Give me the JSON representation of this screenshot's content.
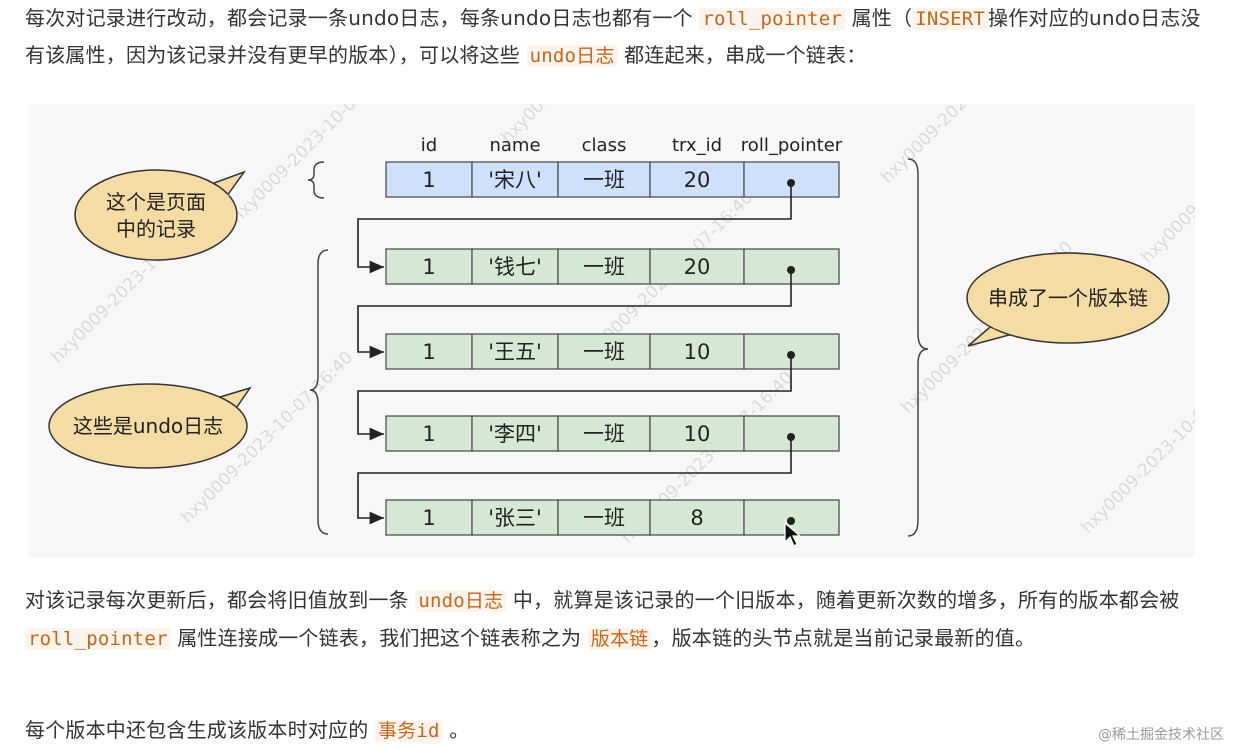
{
  "paragraphs": {
    "p1": {
      "t1": "每次对记录进行改动，都会记录一条undo日志，每条undo日志也都有一个",
      "c1": "roll_pointer",
      "t2": "属性（",
      "c2": "INSERT",
      "t3": "操作对应的undo日志没有该属性，因为该记录并没有更早的版本），可以将这些",
      "c3": "undo日志",
      "t4": "都连起来，串成一个链表："
    },
    "p2": {
      "t1": "对该记录每次更新后，都会将旧值放到一条",
      "c1": "undo日志",
      "t2": "中，就算是该记录的一个旧版本，随着更新次数的增多，所有的版本都会被",
      "c2": "roll_pointer",
      "t3": "属性连接成一个链表，我们把这个链表称之为",
      "c3": "版本链",
      "t4": "，版本链的头节点就是当前记录最新的值。"
    },
    "p3": {
      "t1": "每个版本中还包含生成该版本时对应的",
      "c1": "事务id",
      "t2": "。"
    }
  },
  "diagram": {
    "headers": [
      "id",
      "name",
      "class",
      "trx_id",
      "roll_pointer"
    ],
    "rows": [
      {
        "id": "1",
        "name": "'宋八'",
        "class": "一班",
        "trx_id": "20",
        "kind": "page"
      },
      {
        "id": "1",
        "name": "'钱七'",
        "class": "一班",
        "trx_id": "20",
        "kind": "undo"
      },
      {
        "id": "1",
        "name": "'王五'",
        "class": "一班",
        "trx_id": "10",
        "kind": "undo"
      },
      {
        "id": "1",
        "name": "'李四'",
        "class": "一班",
        "trx_id": "10",
        "kind": "undo"
      },
      {
        "id": "1",
        "name": "'张三'",
        "class": "一班",
        "trx_id": "8",
        "kind": "undo"
      }
    ],
    "callouts": {
      "page": "这个是页面中的记录",
      "page_lines": [
        "这个是页面",
        "中的记录"
      ],
      "undo": "这些是undo日志",
      "chain": "串成了一个版本链"
    },
    "colors": {
      "page_row": "#cfe0fb",
      "undo_row": "#d5e8d4",
      "callout_fill": "#f5dca5",
      "stroke": "#222222"
    }
  },
  "watermark": "hxy0009-2023-10-07-16:40",
  "footer": "@稀土掘金技术社区"
}
